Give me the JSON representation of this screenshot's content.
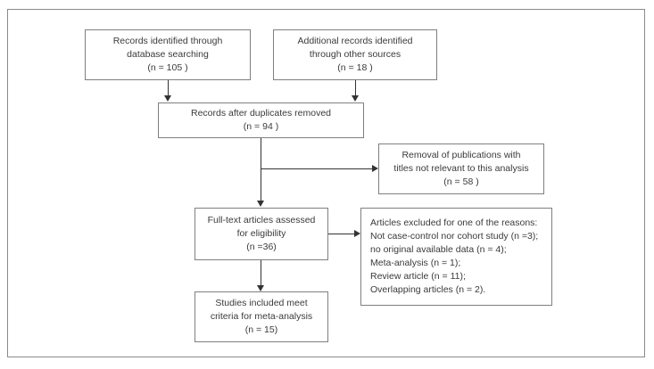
{
  "diagram": {
    "type": "prisma-flow-diagram",
    "title": "PRISMA study selection flow diagram",
    "nodes": {
      "records_database": {
        "name": "records-identified-database",
        "lines": [
          "Records identified through",
          "database searching",
          "(n =  105 )"
        ],
        "count": 105
      },
      "records_other": {
        "name": "additional-records-other-sources",
        "lines": [
          "Additional records identified",
          "through other sources",
          "(n = 18 )"
        ],
        "count": 18
      },
      "after_duplicates": {
        "name": "records-after-duplicates-removed",
        "lines": [
          "Records after duplicates removed",
          "(n =  94 )"
        ],
        "count": 94
      },
      "removal_titles": {
        "name": "removal-of-publications",
        "lines": [
          "Removal of publications with",
          "titles not relevant to this analysis",
          "(n = 58 )"
        ],
        "count": 58
      },
      "fulltext_assessed": {
        "name": "full-text-articles-assessed",
        "lines": [
          "Full-text articles assessed",
          "for eligibility",
          "(n =36)"
        ],
        "count": 36
      },
      "excluded_reasons": {
        "name": "articles-excluded-reasons",
        "lines": [
          "Articles excluded for one of the reasons:",
          "Not case-control nor cohort study (n =3);",
          "no original available data (n = 4);",
          "Meta-analysis (n = 1);",
          "Review article (n = 11);",
          "Overlapping articles (n = 2)."
        ],
        "reasons": [
          {
            "label": "Not case-control nor cohort study",
            "count": 3
          },
          {
            "label": "no original available data",
            "count": 4
          },
          {
            "label": "Meta-analysis",
            "count": 1
          },
          {
            "label": "Review article",
            "count": 11
          },
          {
            "label": "Overlapping articles",
            "count": 2
          }
        ]
      },
      "studies_included": {
        "name": "studies-included-meta-analysis",
        "lines": [
          "Studies included meet",
          "criteria for meta-analysis",
          "(n = 15)"
        ],
        "count": 15
      }
    },
    "colors": {
      "box_border": "#7f7f7f",
      "frame_border": "#8a8a8a",
      "connector": "#333333",
      "text": "#3a3a3a",
      "background": "#ffffff"
    }
  }
}
